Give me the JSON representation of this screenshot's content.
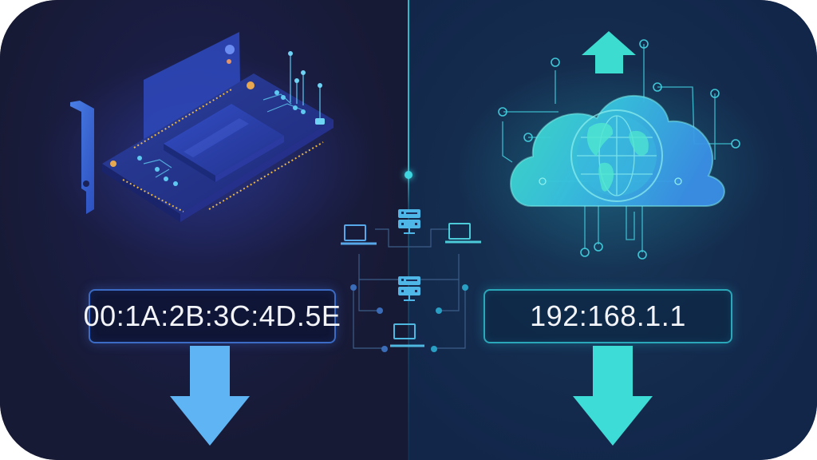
{
  "panels": {
    "left": {
      "illustration": "network-interface-card",
      "address_label": "00:1A:2B:3C:4D.5E",
      "address_type": "mac-address",
      "arrow_direction": "down",
      "accent_color": "#5fb4f4"
    },
    "right": {
      "illustration": "cloud-with-globe",
      "address_label": "192:168.1.1",
      "address_type": "ip-address",
      "arrow_top_direction": "up",
      "arrow_direction": "down",
      "accent_color": "#3fdcd6"
    }
  },
  "center": {
    "diagram": "network-topology",
    "nodes": [
      "server",
      "laptop",
      "laptop",
      "server",
      "laptop"
    ]
  },
  "colors": {
    "left_bg": "#171a34",
    "right_bg": "#12264a",
    "divider": "#2fb9c9",
    "text": "#f2f4f8"
  }
}
